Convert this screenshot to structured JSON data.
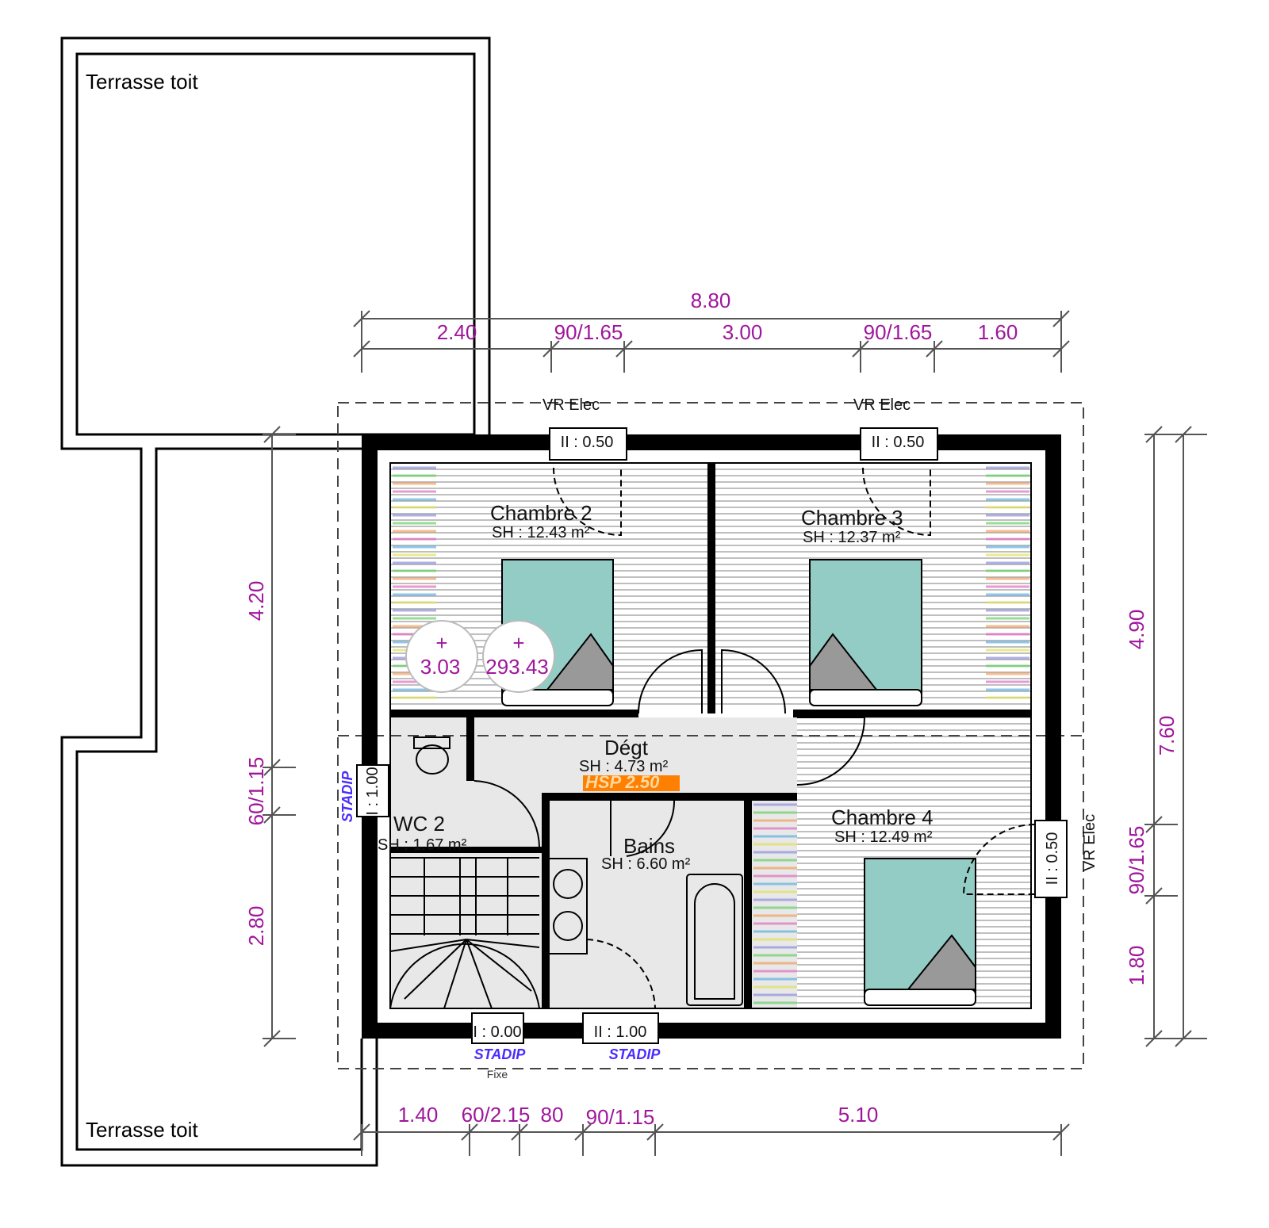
{
  "terraces": {
    "top": "Terrasse toit",
    "bottom": "Terrasse toit"
  },
  "rooms": {
    "chambre2": {
      "name": "Chambre 2",
      "area": "SH : 12.43 m²"
    },
    "chambre3": {
      "name": "Chambre 3",
      "area": "SH : 12.37 m²"
    },
    "chambre4": {
      "name": "Chambre 4",
      "area": "SH : 12.49 m²"
    },
    "degt": {
      "name": "Dégt",
      "area": "SH : 4.73 m²",
      "hsp": "HSP 2.50"
    },
    "wc2": {
      "name": "WC 2",
      "area": "SH : 1.67 m²"
    },
    "bains": {
      "name": "Bains",
      "area": "SH : 6.60 m²"
    }
  },
  "dimensions": {
    "top_total": "8.80",
    "top": [
      "2.40",
      "90/1.65",
      "3.00",
      "90/1.65",
      "1.60"
    ],
    "left": [
      "4.20",
      "60/1.15",
      "2.80"
    ],
    "right": [
      "4.90",
      "90/1.65",
      "1.80"
    ],
    "right_total": "7.60",
    "bottom": [
      "1.40",
      "60/2.15",
      "80",
      "90/1.15",
      "5.10"
    ]
  },
  "windows": {
    "top_left": {
      "label": "VR Elec",
      "value": "II : 0.50"
    },
    "top_right": {
      "label": "VR Elec",
      "value": "II : 0.50"
    },
    "right": {
      "label": "VR Elec",
      "value": "II : 0.50"
    },
    "left": {
      "value": "I : 1.00",
      "glass": "STADIP"
    },
    "bottom_left": {
      "value": "I : 0.00",
      "glass": "STADIP",
      "note": "Fixe"
    },
    "bottom_right": {
      "value": "II : 1.00",
      "glass": "STADIP"
    }
  },
  "markers": [
    {
      "value": "3.03"
    },
    {
      "value": "293.43"
    }
  ],
  "colors": {
    "dimension": "#a0169c",
    "bed": "#93ccc4",
    "hsp": "#ff8000",
    "glass": "#4a2cff"
  }
}
